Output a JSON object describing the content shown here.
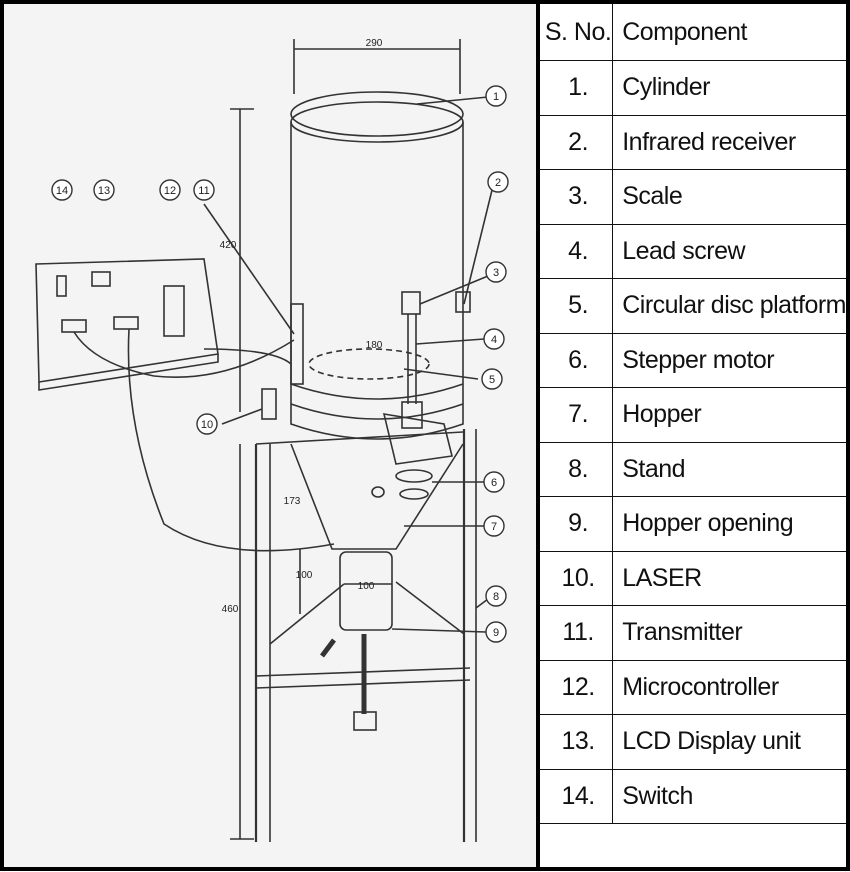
{
  "table": {
    "header": {
      "no": "S. No.",
      "component": "Component"
    },
    "rows": [
      {
        "no": "1.",
        "component": "Cylinder"
      },
      {
        "no": "2.",
        "component": "Infrared receiver"
      },
      {
        "no": "3.",
        "component": "Scale"
      },
      {
        "no": "4.",
        "component": "Lead screw"
      },
      {
        "no": "5.",
        "component": "Circular disc platform"
      },
      {
        "no": "6.",
        "component": "Stepper motor"
      },
      {
        "no": "7.",
        "component": "Hopper"
      },
      {
        "no": "8.",
        "component": "Stand"
      },
      {
        "no": "9.",
        "component": "Hopper opening"
      },
      {
        "no": "10.",
        "component": "LASER"
      },
      {
        "no": "11.",
        "component": "Transmitter"
      },
      {
        "no": "12.",
        "component": "Microcontroller"
      },
      {
        "no": "13.",
        "component": "LCD Display unit"
      },
      {
        "no": "14.",
        "component": "Switch"
      }
    ]
  },
  "drawing": {
    "dimensions": {
      "width_top": "290",
      "height_cylinder": "420",
      "height_stand": "460",
      "disc": "180",
      "hopper_side": "173",
      "opening_height": "100",
      "opening_width": "100"
    },
    "callouts": [
      "1",
      "2",
      "3",
      "4",
      "5",
      "6",
      "7",
      "8",
      "9",
      "10",
      "11",
      "12",
      "13",
      "14"
    ]
  }
}
